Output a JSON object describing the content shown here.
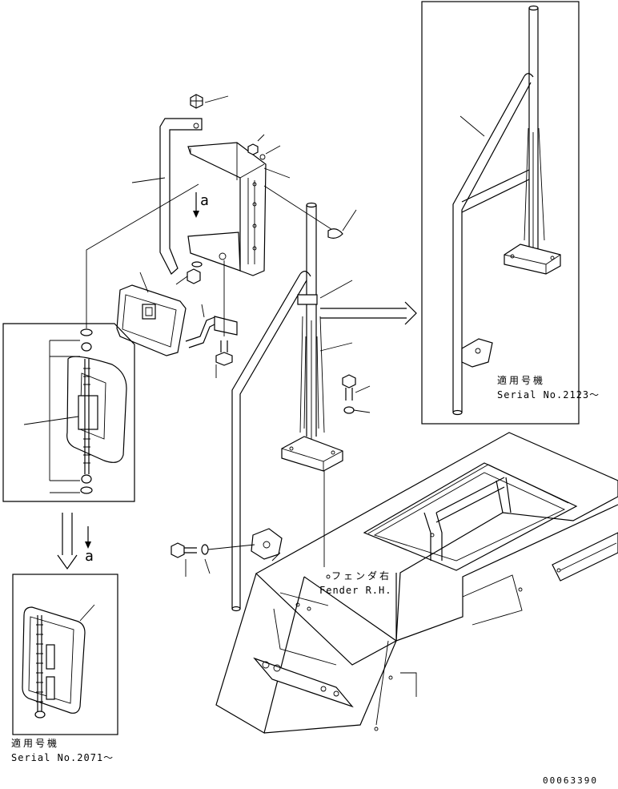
{
  "labels": {
    "view_letter_top": "a",
    "view_letter_bottom": "a",
    "fender_jp": "フェンダ右",
    "fender_en": "Fender R.H.",
    "top_right_note_jp": "適用号機",
    "top_right_note_en": "Serial No.2123～",
    "bottom_left_note_jp": "適用号機",
    "bottom_left_note_en": "Serial No.2071～",
    "drawing_code": "00063390"
  }
}
